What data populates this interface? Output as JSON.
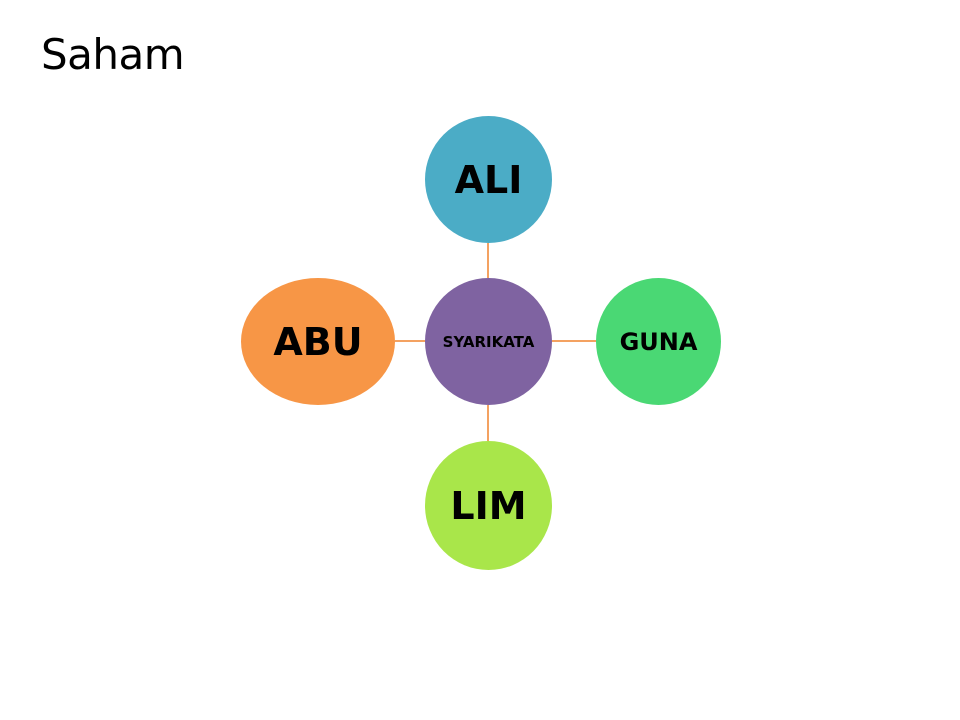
{
  "slide": {
    "title": "Saham"
  },
  "diagram": {
    "center": {
      "label": "SYARIKATA",
      "color": "#7f63a1"
    },
    "nodes": {
      "top": {
        "label": "ALI",
        "color": "#4bacc6"
      },
      "left": {
        "label": "ABU",
        "color": "#f79646"
      },
      "right": {
        "label": "GUNA",
        "color": "#4ad874"
      },
      "bottom": {
        "label": "LIM",
        "color": "#a9e64a"
      }
    },
    "connector_color": "#f4a261"
  }
}
